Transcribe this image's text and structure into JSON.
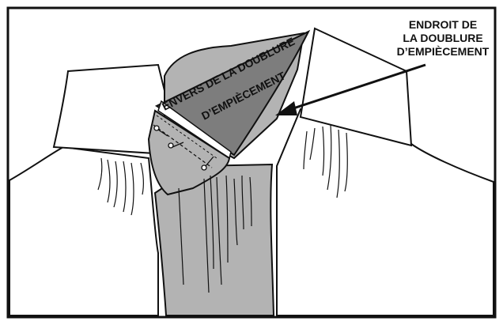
{
  "figure": {
    "labels": {
      "right_side_line1": "ENDROIT DE",
      "right_side_line2": "LA DOUBLURE",
      "right_side_line3": "D’EMPIÈCEMENT",
      "wrong_side_line1": "ENVERS DE LA DOUBLURE",
      "wrong_side_line2": "D’EMPIÈCEMENT"
    },
    "colors": {
      "background": "#ffffff",
      "outline": "#111111",
      "fabric_wrong_side": "#b3b3b3",
      "fabric_right_side": "#7d7d7d",
      "fabric_white": "#ffffff"
    }
  }
}
